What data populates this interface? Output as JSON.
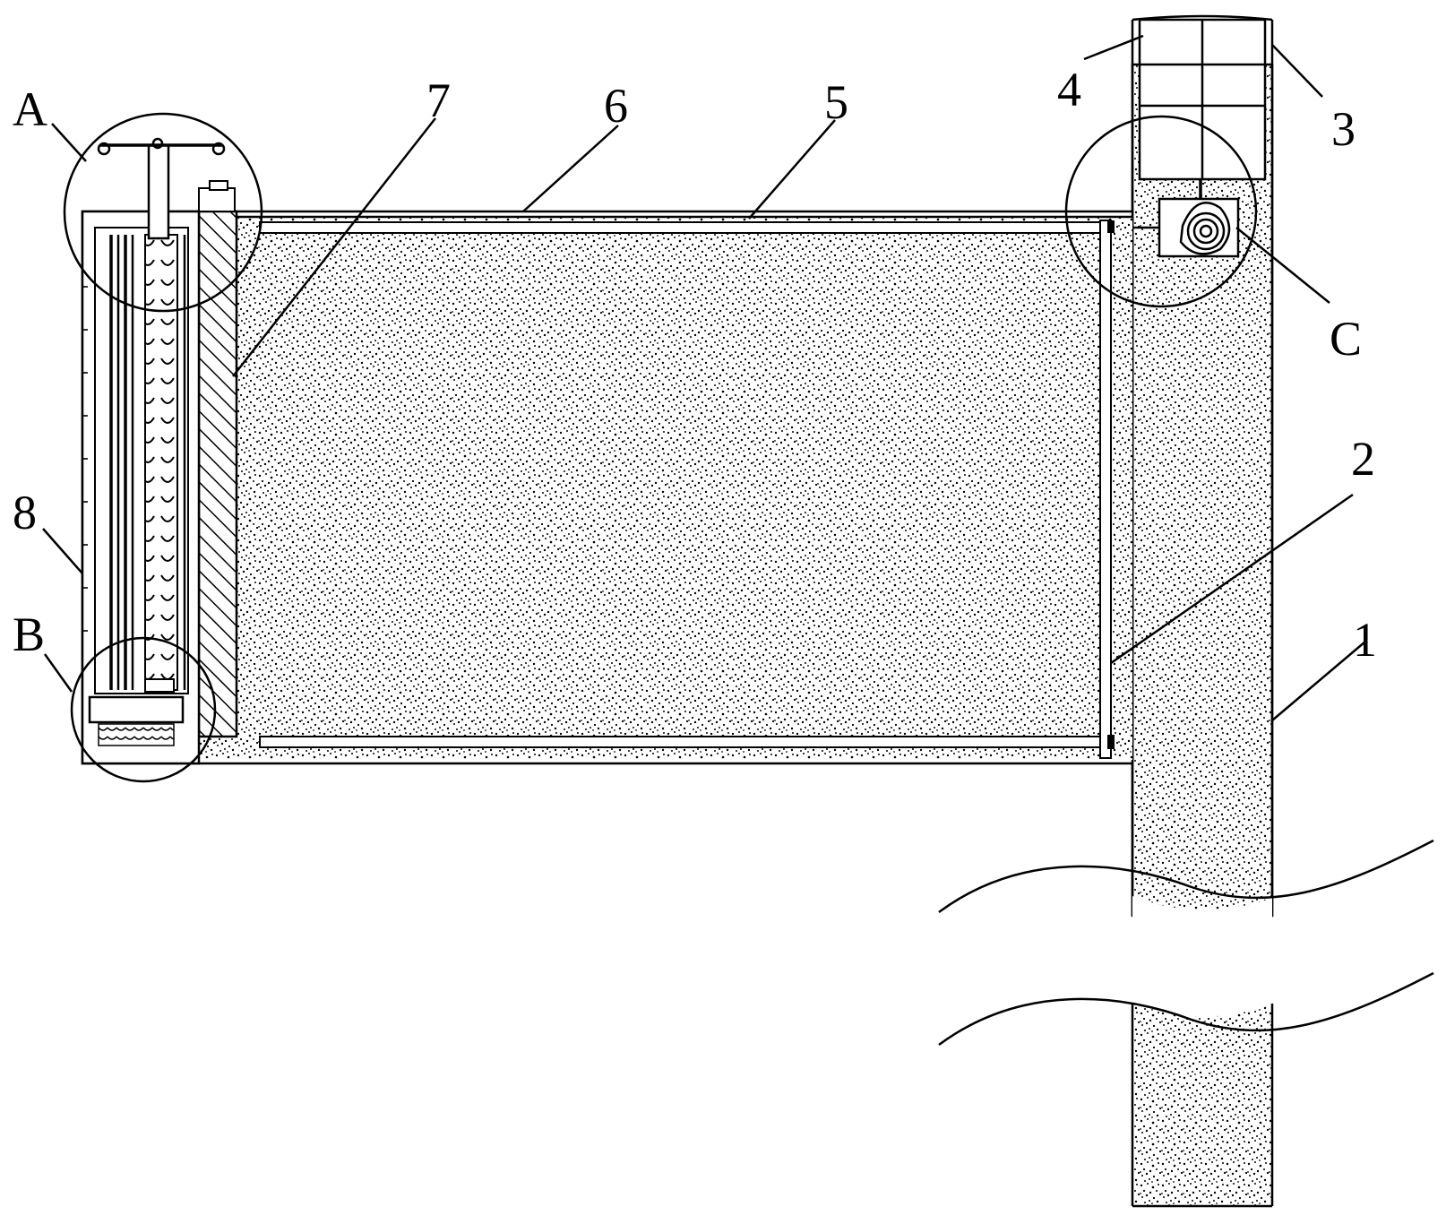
{
  "labels": {
    "A": "A",
    "B": "B",
    "C": "C",
    "n1": "1",
    "n2": "2",
    "n3": "3",
    "n4": "4",
    "n5": "5",
    "n6": "6",
    "n7": "7",
    "n8": "8"
  },
  "colors": {
    "line": "#000000",
    "background": "#ffffff",
    "stipple": "#000000"
  }
}
